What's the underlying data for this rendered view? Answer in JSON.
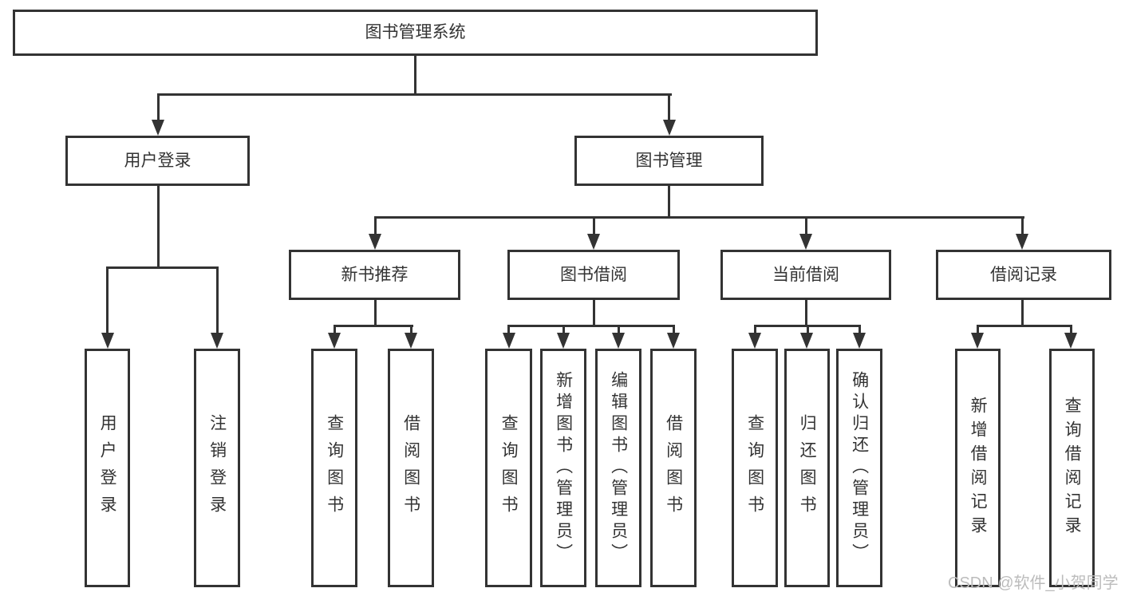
{
  "nodes": {
    "root": "图书管理系统",
    "user": {
      "label": "用户登录",
      "children": [
        "用户登录",
        "注销登录"
      ]
    },
    "book": {
      "label": "图书管理"
    },
    "recommend": {
      "label": "新书推荐",
      "children": [
        "查询图书",
        "借阅图书"
      ]
    },
    "borrow": {
      "label": "图书借阅",
      "children": [
        "查询图书",
        "新增图书（管理员）",
        "编辑图书（管理员）",
        "借阅图书"
      ]
    },
    "current": {
      "label": "当前借阅",
      "children": [
        "查询图书",
        "归还图书",
        "确认归还（管理员）"
      ]
    },
    "records": {
      "label": "借阅记录",
      "children": [
        "新增借阅记录",
        "查询借阅记录"
      ]
    }
  },
  "watermark": "CSDN @软件_小贺同学",
  "colors": {
    "line": "#333333",
    "text": "#333333",
    "background": "#ffffff",
    "watermark": "#bcbcbc"
  }
}
